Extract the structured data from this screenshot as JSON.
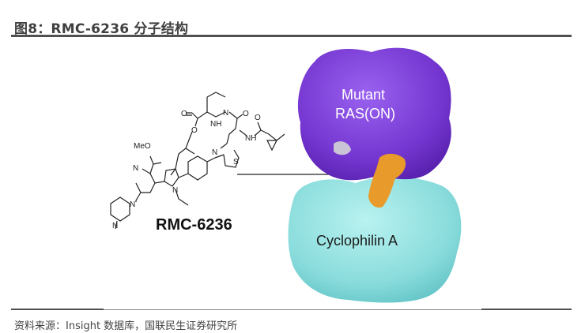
{
  "figure": {
    "title": "图8：RMC-6236 分子结构",
    "source": "资料来源：Insight 数据库，国联民生证券研究所"
  },
  "molecule": {
    "name": "RMC-6236",
    "atom_labels": [
      "MeO",
      "N",
      "N",
      "N",
      "N",
      "N",
      "S",
      "N",
      "NH",
      "O",
      "O",
      "O",
      "NH",
      "O"
    ]
  },
  "protein": {
    "top_label_line1": "Mutant",
    "top_label_line2": "RAS(ON)",
    "bottom_label": "Cyclophilin A",
    "colors": {
      "ras": "#7a3fd6",
      "cyclophilin": "#8fe0e0",
      "ligand": "#e8a030"
    }
  }
}
